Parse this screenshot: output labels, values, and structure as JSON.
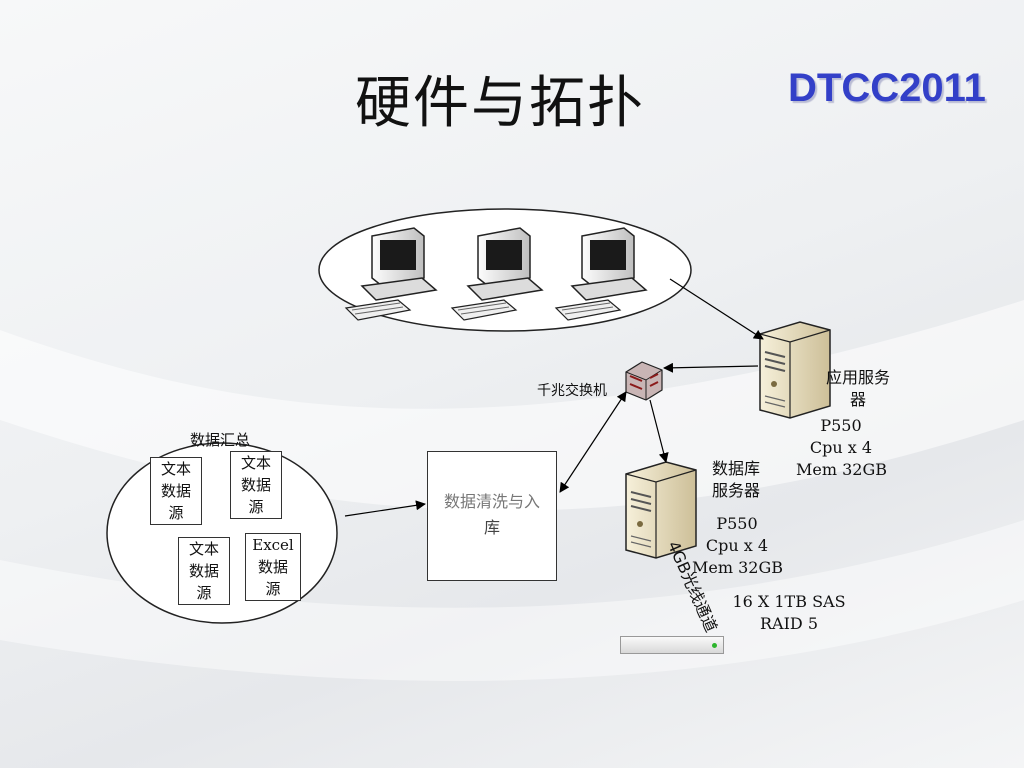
{
  "title": "硬件与拓扑",
  "brand": "DTCC2011",
  "switch_label": "千兆交换机",
  "app_server": {
    "name_line1": "应用服务",
    "name_line2": "器",
    "spec_model": "P550",
    "spec_cpu": "Cpu x 4",
    "spec_mem": "Mem 32GB"
  },
  "db_server": {
    "name_line1": "数据库",
    "name_line2": "服务器",
    "spec_model": "P550",
    "spec_cpu": "Cpu x 4",
    "spec_mem": "Mem 32GB"
  },
  "storage": {
    "line1": "16 X 1TB SAS",
    "line2": "RAID 5",
    "channel": "4GB光线通道"
  },
  "aggregation": {
    "title": "数据汇总",
    "sources": [
      {
        "l1": "文本",
        "l2": "数据",
        "l3": "源"
      },
      {
        "l1": "文本",
        "l2": "数据",
        "l3": "源"
      },
      {
        "l1": "文本",
        "l2": "数据",
        "l3": "源"
      },
      {
        "l1": "Excel",
        "l2": "数据",
        "l3": "源"
      }
    ]
  },
  "cleaning": {
    "line1": "数据清洗与入",
    "line2": "库"
  },
  "colors": {
    "brand": "#3340c8",
    "switch": "#8b1a1a",
    "server_body": "#ede4c8"
  }
}
